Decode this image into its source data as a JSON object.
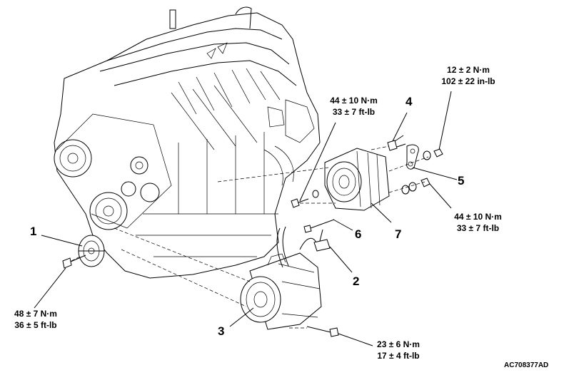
{
  "callouts": {
    "c1": "1",
    "c2": "2",
    "c3": "3",
    "c4": "4",
    "c5": "5",
    "c6": "6",
    "c7": "7"
  },
  "torques": {
    "t_48_nm": "48 ± 7 N·m",
    "t_48_ft": "36 ± 5 ft-lb",
    "t_44a_nm": "44 ± 10 N·m",
    "t_44a_ft": "33 ± 7 ft-lb",
    "t_12_nm": "12 ± 2 N·m",
    "t_12_in": "102 ± 22 in-lb",
    "t_44b_nm": "44 ± 10 N·m",
    "t_44b_ft": "33 ± 7 ft-lb",
    "t_23_nm": "23 ± 6 N·m",
    "t_23_ft": "17 ± 4 ft-lb"
  },
  "figure_code": "AC708377AD"
}
